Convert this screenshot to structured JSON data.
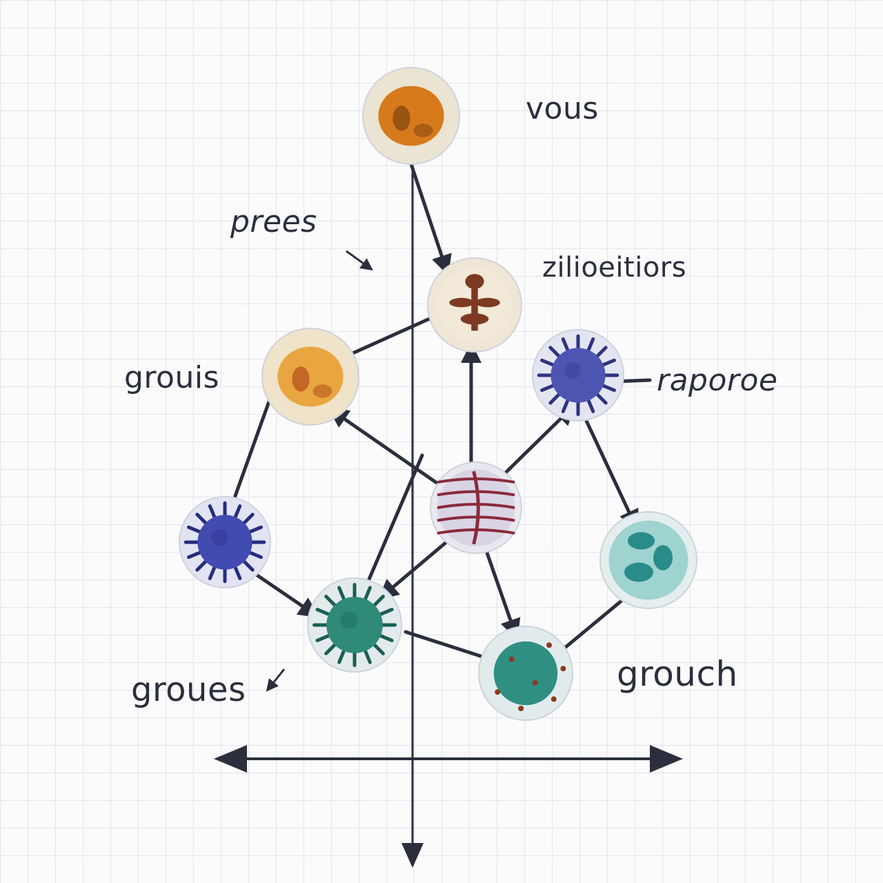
{
  "labels": {
    "vous": "vous",
    "prees": "prees",
    "zilioeitiors": "zilioeitiors",
    "grouis": "grouis",
    "raporoe": "raporoe",
    "groues": "groues",
    "grouch": "grouch"
  },
  "nodes": [
    {
      "id": "orange-top-cell",
      "rim": "#ebe4d3",
      "core": "#d67a1c",
      "accent": "#8a4a10",
      "style": "blob"
    },
    {
      "id": "brown-mid-cell",
      "rim": "#efe6d6",
      "core": "#f3e9d8",
      "accent": "#7d3a22",
      "style": "figure"
    },
    {
      "id": "yellow-left-cell",
      "rim": "#efe3c9",
      "core": "#e9a640",
      "accent": "#b8581e",
      "style": "blob"
    },
    {
      "id": "blue-right-cell",
      "rim": "#e4e5f2",
      "core": "#4d55b3",
      "accent": "#2d3580",
      "style": "spiky"
    },
    {
      "id": "striped-center-cell",
      "rim": "#e9e8f0",
      "core": "#d9d4e4",
      "accent": "#8a2a3a",
      "style": "striped"
    },
    {
      "id": "blue-left-cell",
      "rim": "#e2e3f3",
      "core": "#414bb0",
      "accent": "#252d7e",
      "style": "spiky"
    },
    {
      "id": "teal-right-cell",
      "rim": "#e4eeee",
      "core": "#9fd3cf",
      "accent": "#2a8c8a",
      "style": "spots"
    },
    {
      "id": "green-bottom-left-cell",
      "rim": "#e2eaec",
      "core": "#2f8a78",
      "accent": "#1b5e52",
      "style": "spiky"
    },
    {
      "id": "green-bottom-right-cell",
      "rim": "#e2ebec",
      "core": "#2f8f83",
      "accent": "#8a3a1e",
      "style": "dotted"
    }
  ],
  "colors": {
    "line": "#2b2f3d",
    "text": "#2b2f3d"
  }
}
